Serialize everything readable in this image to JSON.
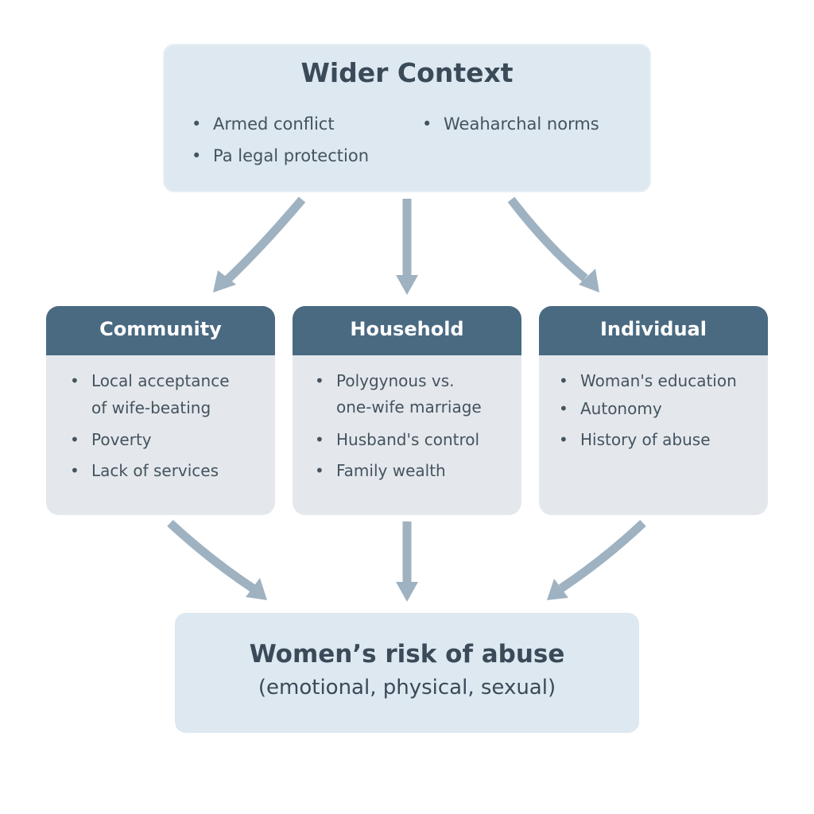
{
  "wider_context": {
    "title": "Wider Context",
    "items": [
      "Armed conflict",
      "Weaharchal norms",
      "Pa legal protection"
    ]
  },
  "community": {
    "title": "Community",
    "items": [
      "Local acceptance",
      "of wife-beating",
      "Poverty",
      "Lack of services"
    ]
  },
  "household": {
    "title": "Household",
    "items": [
      "Polygynous vs.",
      "one-wife marriage",
      "Husband's control",
      "Family wealth"
    ]
  },
  "individual": {
    "title": "Individual",
    "items": [
      "Woman's education",
      "Autonomy",
      "History of abuse"
    ]
  },
  "outcome": {
    "title": "Women’s risk of abuse",
    "subtitle": "(emotional, physical, sexual)"
  },
  "bullet_symbol": "•",
  "colors": {
    "box_fill": "#dde8f0",
    "card_fill": "#e4e8ec",
    "card_header": "#4a6a82",
    "arrow": "#9fb2c1",
    "text": "#3b4a59"
  }
}
